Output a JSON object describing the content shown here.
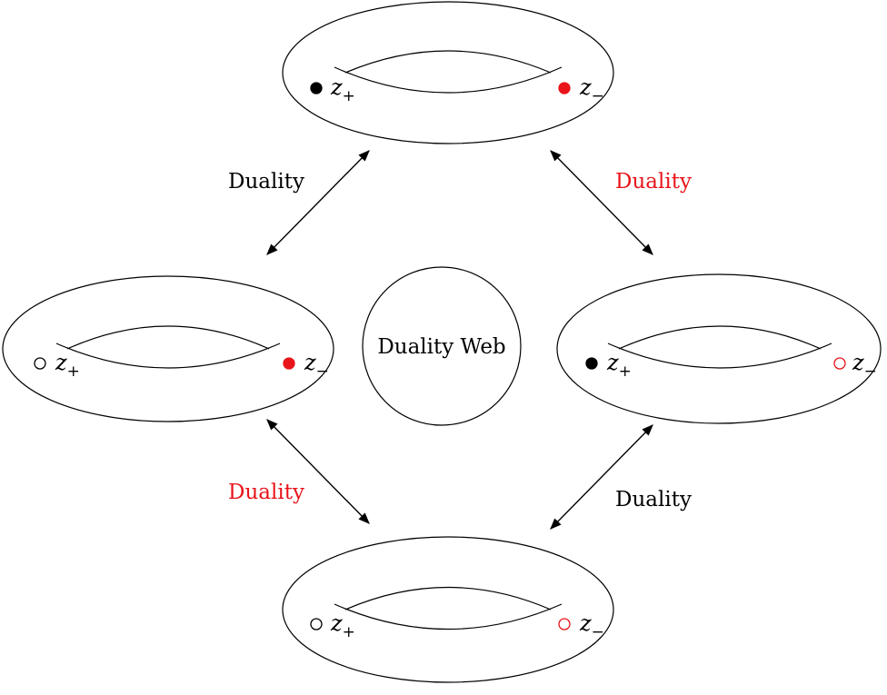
{
  "center_label": "Duality Web",
  "colors": {
    "black": "#000000",
    "red": "#e8141a"
  },
  "tori": [
    {
      "id": "top",
      "left": {
        "var": "z",
        "sub": "+",
        "fill": "filled",
        "color": "#000000"
      },
      "right": {
        "var": "z",
        "sub": "−",
        "fill": "filled",
        "color": "#e8141a"
      }
    },
    {
      "id": "left",
      "left": {
        "var": "z",
        "sub": "+",
        "fill": "open",
        "color": "#000000"
      },
      "right": {
        "var": "z",
        "sub": "−",
        "fill": "filled",
        "color": "#e8141a"
      }
    },
    {
      "id": "right",
      "left": {
        "var": "z",
        "sub": "+",
        "fill": "filled",
        "color": "#000000"
      },
      "right": {
        "var": "z",
        "sub": "−",
        "fill": "open",
        "color": "#e8141a"
      }
    },
    {
      "id": "bottom",
      "left": {
        "var": "z",
        "sub": "+",
        "fill": "open",
        "color": "#000000"
      },
      "right": {
        "var": "z",
        "sub": "−",
        "fill": "open",
        "color": "#e8141a"
      }
    }
  ],
  "edges": [
    {
      "label": "Duality",
      "color": "#000000"
    },
    {
      "label": "Duality",
      "color": "#e8141a"
    },
    {
      "label": "Duality",
      "color": "#e8141a"
    },
    {
      "label": "Duality",
      "color": "#000000"
    }
  ]
}
